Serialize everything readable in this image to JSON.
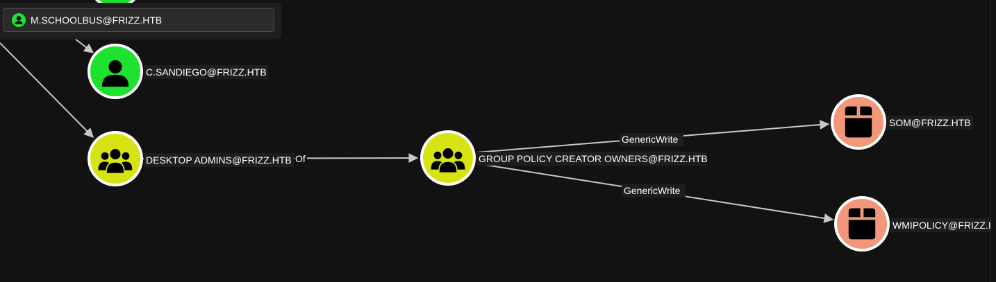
{
  "search": {
    "selected_node": "M.SCHOOLBUS@FRIZZ.HTB",
    "icon": "user-icon"
  },
  "nodes": {
    "c_sandiego": {
      "label": "C.SANDIEGO@FRIZZ.HTB",
      "kind": "user",
      "icon": "user-icon",
      "color": "#1fe12f"
    },
    "desktop_admins": {
      "label": "DESKTOP ADMINS@FRIZZ.HTB",
      "kind": "group",
      "icon": "group-icon",
      "color": "#d7e313"
    },
    "gpco": {
      "label": "GROUP POLICY CREATOR OWNERS@FRIZZ.HTB",
      "kind": "group",
      "icon": "group-icon",
      "color": "#d7e313"
    },
    "som": {
      "label": "SOM@FRIZZ.HTB",
      "kind": "ou",
      "icon": "box-icon",
      "color": "#f2977a"
    },
    "wmipolicy": {
      "label": "WMIPOLICY@FRIZZ.I",
      "kind": "ou",
      "icon": "box-icon",
      "color": "#f2977a"
    }
  },
  "edges": {
    "memberof_partial": "Of",
    "generic_write_1": "GenericWrite",
    "generic_write_2": "GenericWrite"
  },
  "colors": {
    "background": "#121212",
    "edge": "#c8c8c8",
    "node_border": "#ffffff",
    "label_bg": "#1e1e1e"
  }
}
